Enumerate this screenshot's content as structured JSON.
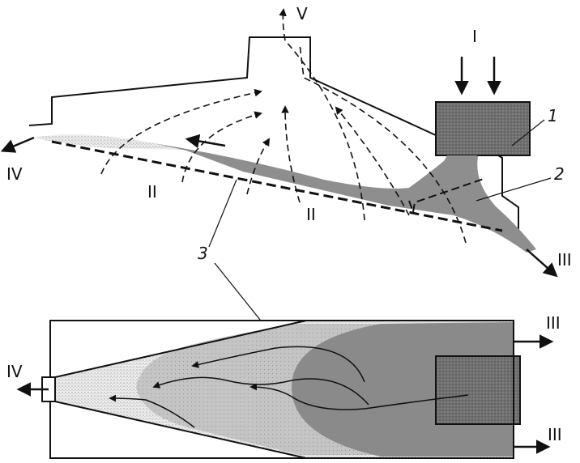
{
  "labels": {
    "stream_I": "I",
    "stream_II": "II",
    "stream_III": "III",
    "stream_IV": "IV",
    "stream_V": "V",
    "part_1": "1",
    "part_2": "2",
    "part_3": "3"
  },
  "colors": {
    "line": "#111111",
    "feed_block": "#6e6e6e",
    "dense_layer": "#8a8a8a",
    "medium_layer": "#bdbdbd",
    "light_layer": "#e4e4e4",
    "background": "#ffffff"
  }
}
